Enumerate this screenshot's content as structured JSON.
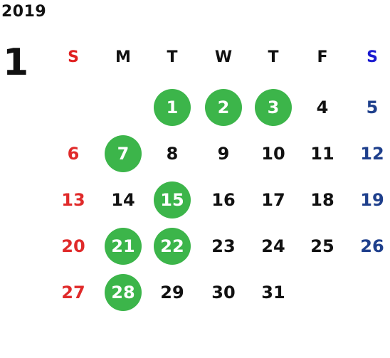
{
  "calendar": {
    "year": "2019",
    "month": "1",
    "weekdays": [
      "S",
      "M",
      "T",
      "W",
      "T",
      "F",
      "S"
    ],
    "weekday_colors": [
      "#e02020",
      "#111111",
      "#111111",
      "#111111",
      "#111111",
      "#111111",
      "#1a1ad0"
    ],
    "colors": {
      "weekday": "#111111",
      "sunday_date": "#e02a2a",
      "saturday_date": "#1e3f8c",
      "highlight_bg": "#3cb54a",
      "highlight_text": "#ffffff"
    },
    "first_weekday": 2,
    "weeks": [
      [
        "",
        "",
        "1",
        "2",
        "3",
        "4",
        "5"
      ],
      [
        "6",
        "7",
        "8",
        "9",
        "10",
        "11",
        "12"
      ],
      [
        "13",
        "14",
        "15",
        "16",
        "17",
        "18",
        "19"
      ],
      [
        "20",
        "21",
        "22",
        "23",
        "24",
        "25",
        "26"
      ],
      [
        "27",
        "28",
        "29",
        "30",
        "31",
        "",
        ""
      ]
    ],
    "highlighted_days": [
      "1",
      "2",
      "3",
      "7",
      "15",
      "21",
      "22",
      "28"
    ]
  }
}
